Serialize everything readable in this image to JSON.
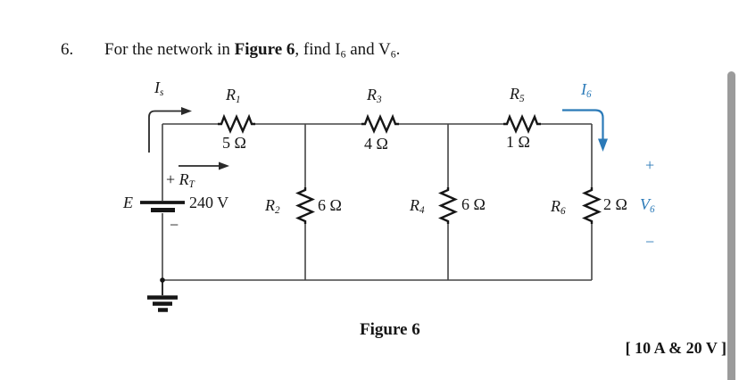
{
  "problem": {
    "number": "6.",
    "t1": "For the network in ",
    "t2": "Figure 6",
    "t3": ", find I",
    "t4": "6",
    "t5": " and V",
    "t6": "6",
    "t7": "."
  },
  "circuit": {
    "source": {
      "name": "E",
      "value": "240 V",
      "minus": "−"
    },
    "is": {
      "base": "I",
      "sub": "s"
    },
    "rt": {
      "plus": "+",
      "base": "R",
      "sub": "T"
    },
    "r1": {
      "base": "R",
      "sub": "1",
      "value": "5 Ω"
    },
    "r2": {
      "base": "R",
      "sub": "2",
      "value": "6 Ω"
    },
    "r3": {
      "base": "R",
      "sub": "3",
      "value": "4 Ω"
    },
    "r4": {
      "base": "R",
      "sub": "4",
      "value": "6 Ω"
    },
    "r5": {
      "base": "R",
      "sub": "5",
      "value": "1 Ω"
    },
    "r6": {
      "base": "R",
      "sub": "6",
      "value": "2 Ω"
    },
    "i6": {
      "base": "I",
      "sub": "6"
    },
    "v6": {
      "base": "V",
      "sub": "6",
      "plus": "+",
      "minus": "−"
    }
  },
  "caption": "Figure 6",
  "answer": "[ 10 A & 20 V ]",
  "colors": {
    "accent_blue": "#2b7ab8",
    "wire": "#454545",
    "ink": "#161616",
    "scrollbar": "#9b9b9b"
  }
}
